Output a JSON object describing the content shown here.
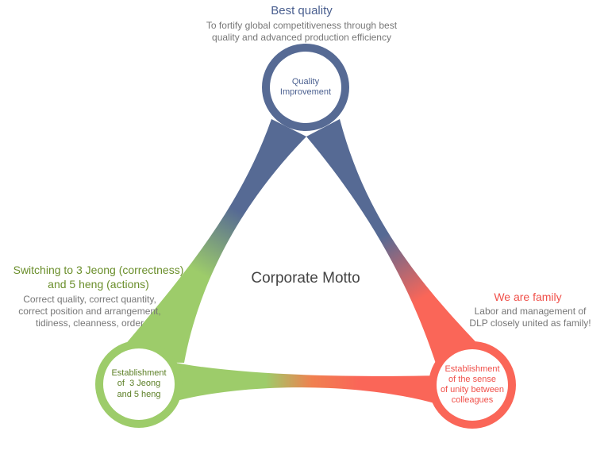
{
  "center": {
    "label": "Corporate Motto"
  },
  "nodes": {
    "top": {
      "heading": "Best quality",
      "description_lines": [
        "To fortify global competitiveness through best",
        "quality and advanced production efficiency"
      ],
      "circle_label_lines": [
        "Quality",
        "Improvement"
      ],
      "color": "#566a94"
    },
    "left": {
      "heading_lines": [
        "Switching to 3 Jeong (correctness)",
        "and 5 heng (actions)"
      ],
      "description_lines": [
        "Correct quality, correct quantity,",
        "correct position and arrangement,",
        "tidiness, cleanness, order"
      ],
      "circle_label_lines": [
        "Establishment",
        "of  3 Jeong",
        "and 5 heng"
      ],
      "color": "#9dcc6a"
    },
    "right": {
      "heading": "We are family",
      "description_lines": [
        "Labor and management of",
        "DLP closely united as family!"
      ],
      "circle_label_lines": [
        "Establishment",
        "of the sense",
        "of unity between",
        "colleagues"
      ],
      "color": "#fa6658"
    }
  }
}
